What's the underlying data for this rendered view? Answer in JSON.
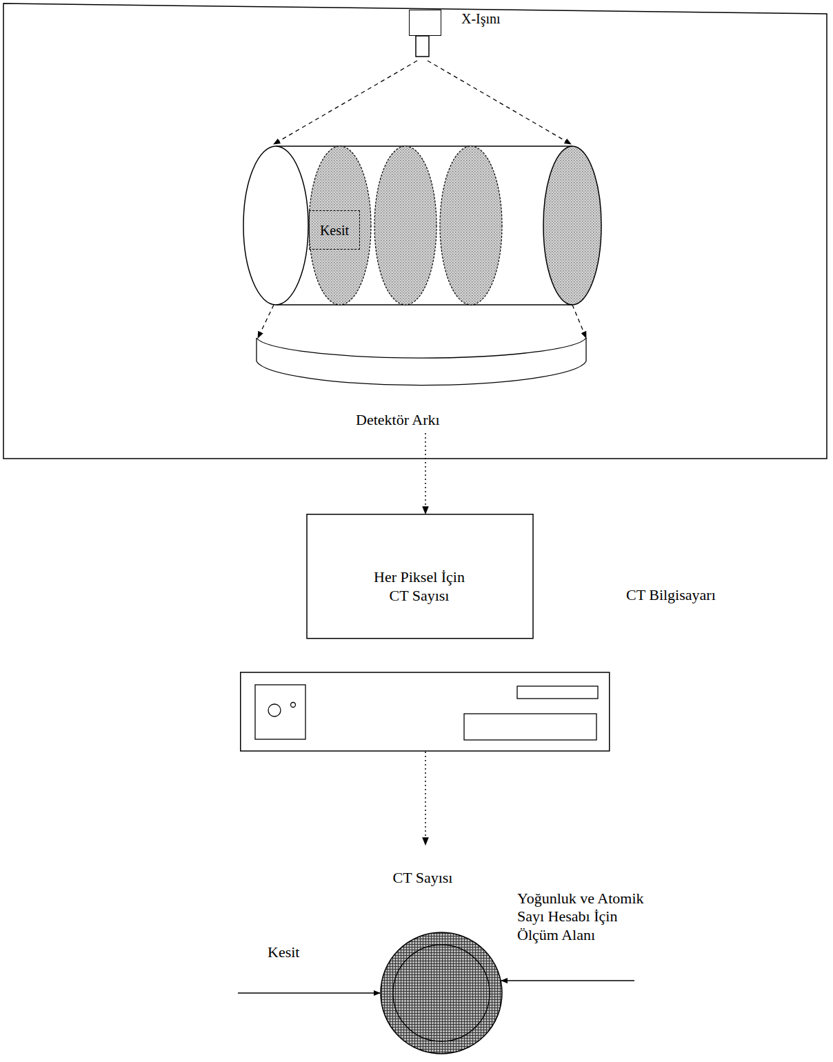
{
  "diagram": {
    "nodes": [
      {
        "text": [
          "X-Işını"
        ]
      },
      {
        "text": [
          "Kesit"
        ]
      },
      {
        "text": [
          "Detektör Arkı"
        ]
      },
      {
        "text": [
          "CT Bilgisayarı"
        ]
      },
      {
        "text": [
          "Her Piksel İçin CT Sayısı"
        ],
        "in": 3
      },
      {
        "text": [
          "CT Sayısı"
        ]
      }
    ],
    "edges": [
      {
        "from": 2,
        "to": 3,
        "arrow": "to"
      },
      {
        "from": 3,
        "to": 5,
        "arrow": "to"
      }
    ],
    "labels": [
      "Kesit",
      "Yoğunluk ve Atomik Sayı Hesabı İçin Ölçüm Alanı"
    ]
  }
}
